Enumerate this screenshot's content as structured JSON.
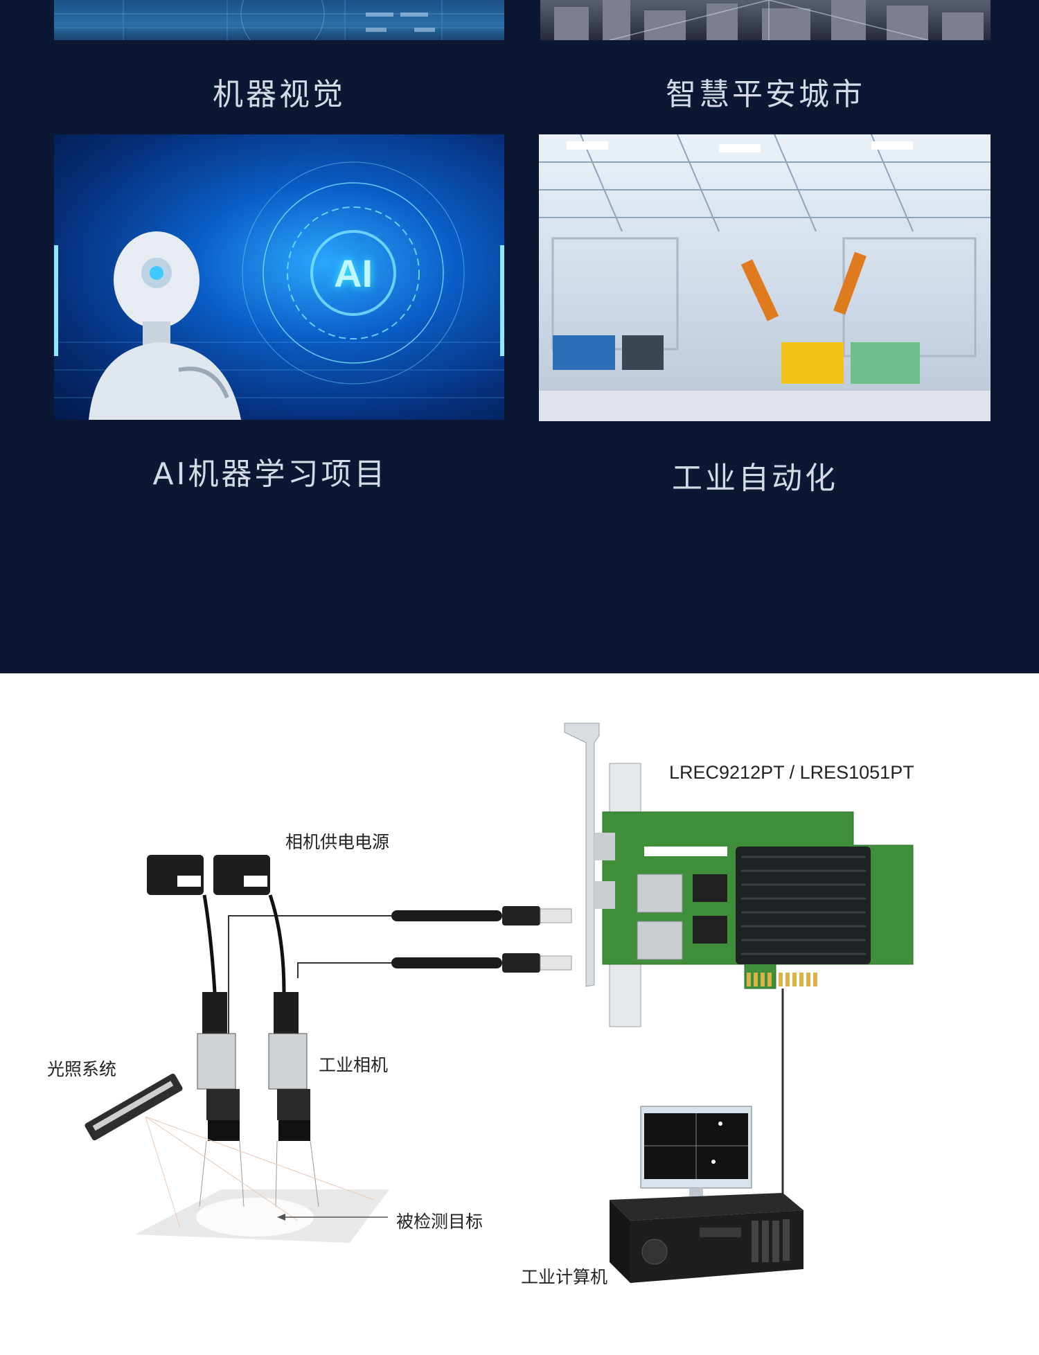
{
  "tiles": [
    {
      "caption": "机器视觉",
      "scene": "machine-vision-photo"
    },
    {
      "caption": "智慧平安城市",
      "scene": "smart-city-photo"
    },
    {
      "caption": "AI机器学习项目",
      "scene": "ai-robot-photo",
      "overlay_text": "AI"
    },
    {
      "caption": "工业自动化",
      "scene": "factory-robot-photo"
    }
  ],
  "diagram": {
    "model": "LREC9212PT / LRES1051PT",
    "power_supply": "相机供电电源",
    "industrial_camera": "工业相机",
    "lighting": "光照系统",
    "target": "被检测目标",
    "computer": "工业计算机"
  },
  "colors": {
    "dark_bg": "#0b1733",
    "caption_text": "#d5dbe6",
    "pcb_green": "#3f8f3a",
    "accent_blue": "#1e9bff"
  }
}
